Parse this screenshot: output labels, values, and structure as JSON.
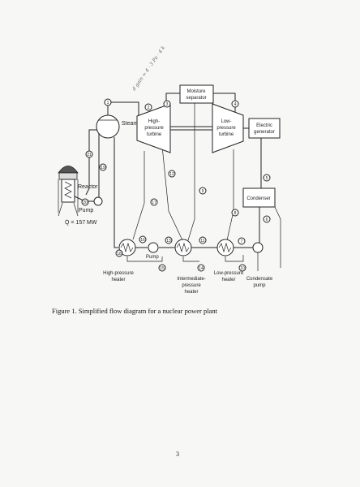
{
  "diagram": {
    "components": {
      "steam_drum": "Steam drum",
      "reactor": "Reactor",
      "pump_reactor": "Pump",
      "heat_rate": "Q̇ = 157 MW",
      "hp_turbine": [
        "High-",
        "pressure",
        "turbine"
      ],
      "moisture_separator": [
        "Moisture",
        "separator"
      ],
      "lp_turbine": [
        "Low-",
        "pressure",
        "turbine"
      ],
      "electric_generator": [
        "Electric",
        "generator"
      ],
      "condenser": "Condenser",
      "pump_feed": "Pump",
      "hp_heater": [
        "High-pressure",
        "heater"
      ],
      "ip_heater": [
        "Intermediate-",
        "pressure",
        "heater"
      ],
      "lp_heater": [
        "Low-pressure",
        "heater"
      ],
      "condensate_pump": [
        "Condensate",
        "pump"
      ]
    },
    "state_points": {
      "s1": "1",
      "s2": "2",
      "s3": "3",
      "s4": "4",
      "s5": "5",
      "s6": "6",
      "s7": "7",
      "s8": "8",
      "s9": "9",
      "s10": "10",
      "s11": "11",
      "s12": "12",
      "s13": "13",
      "s14": "14",
      "s15": "15",
      "s16": "16",
      "s17": "17",
      "s18": "18",
      "s19": "19",
      "s20": "20",
      "s21": "21"
    },
    "handwriting": "d gain = 4 · 3 Pa · 4 k"
  },
  "caption": "Figure 1. Simplified flow diagram for a nuclear power plant",
  "page_number": "3"
}
